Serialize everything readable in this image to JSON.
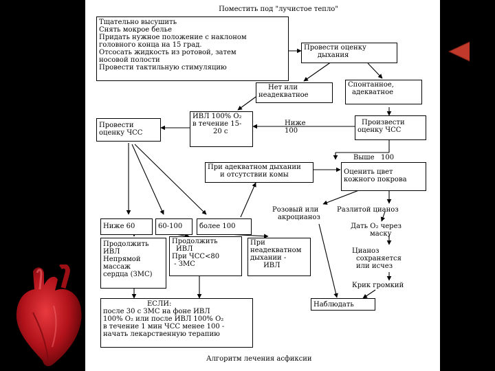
{
  "diagram": {
    "title": "Поместить под \"лучистое тепло\"",
    "caption": "Алгоритм лечения асфиксии",
    "initial_steps": [
      "Тщательно высушить",
      "Снять мокрое белье",
      "Придать нужное положение с наклоном",
      "головного конца на 15 град.",
      "Отсосать жидкость из ротовой, затем",
      "носовой полости",
      "Провести тактильную стимуляцию"
    ],
    "assess_breathing": [
      "Провести оценку",
      "дыхания"
    ],
    "no_breathing": [
      "Нет или",
      "неадекватное"
    ],
    "spontaneous": [
      "Спонтанное,",
      "адекватное"
    ],
    "ivl": [
      "ИВЛ 100% O₂",
      "в течение 15-",
      "20 с"
    ],
    "assess_hr_left": [
      "Провести",
      "оценку ЧСС"
    ],
    "assess_hr_right": [
      "Произвести",
      "оценку ЧСС"
    ],
    "below_100": [
      "Ниже",
      "100"
    ],
    "above_100": "Выше   100",
    "adequate_breathing": [
      "При адекватном дыхании",
      "и отсутствии комы"
    ],
    "skin_color": [
      "Оценить цвет",
      "кожного покрова"
    ],
    "pink": [
      "Розовый или",
      "акроцианоз"
    ],
    "diffuse_cyanosis": "Разлитой цианоз",
    "oxygen_mask": [
      "Дать O₂ через",
      "маску"
    ],
    "cyanosis_persists": [
      "Цианоз",
      "сохраняется",
      "или исчез"
    ],
    "loud_cry": "Крик громкий",
    "observe": "Наблюдать",
    "hr_below_60": "Ниже 60",
    "hr_60_100": "60-100",
    "hr_above_100": "более 100",
    "continue_ivl_massage": [
      "Продолжить",
      "ИВЛ",
      "Непрямой",
      "массаж",
      "сердца (ЗМС)"
    ],
    "continue_ivl": [
      "Продолжить",
      "ИВЛ",
      "При ЧСС<80",
      " - ЗМС"
    ],
    "inadequate_ivl": [
      "При",
      "неадекватном",
      "дыхании -",
      "      ИВЛ"
    ],
    "if_note": [
      "ЕСЛИ:",
      "после 30 с ЗМС на фоне ИВЛ",
      "100% O₂ или после ИВЛ 100% O₂",
      "в течение 1 мин ЧСС менее 100 -",
      "начать лекарственную терапию"
    ]
  },
  "colors": {
    "background": "#000000",
    "panel": "#ffffff",
    "heart": "#b0121a",
    "nav_arrow": "#c0392b"
  },
  "icons": {
    "nav": "back-arrow-icon",
    "decor": "heart-illustration"
  }
}
